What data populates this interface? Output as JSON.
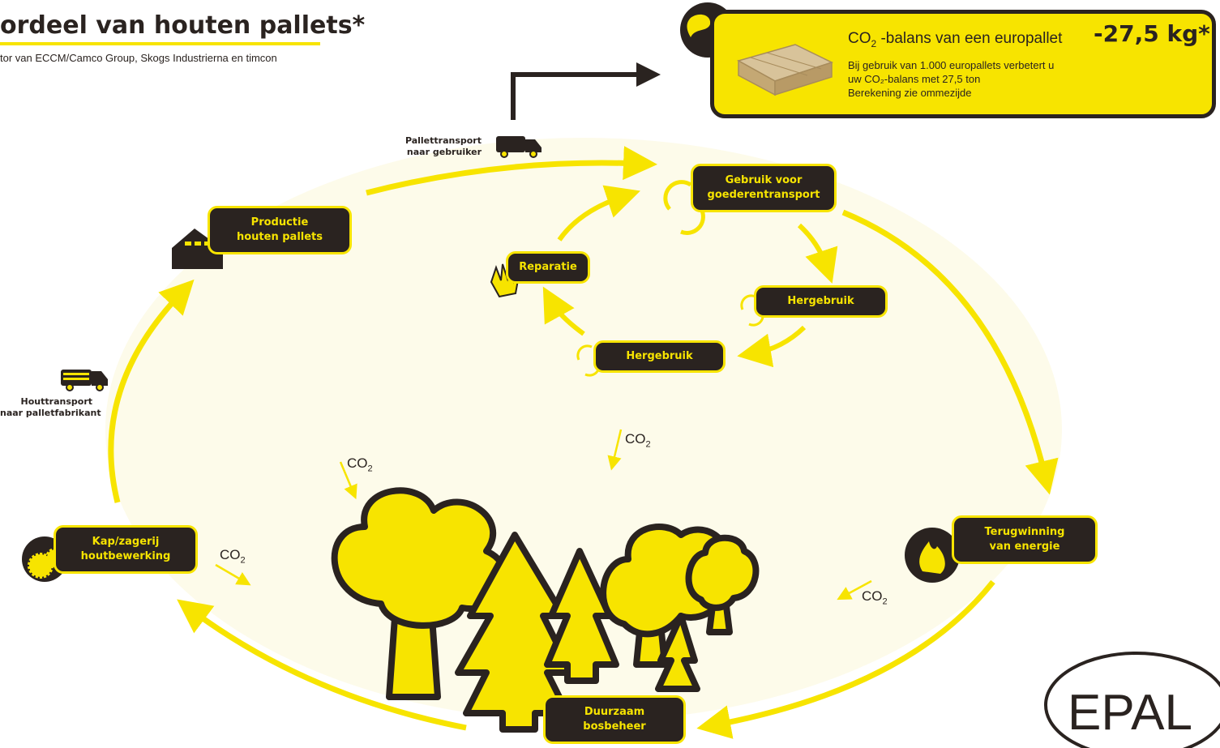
{
  "header": {
    "title": "ordeel van houten pallets*",
    "subtitle": "tor van ECCM/Camco Group, Skogs Industrierna en timcon"
  },
  "info_box": {
    "co2_label": "CO",
    "co2_sub": "2",
    "heading_rest": " -balans van een europallet",
    "value": "-27,5 kg*",
    "line1": "Bij gebruik van 1.000 europallets verbetert u",
    "line2": "uw CO₂-balans met 27,5 ton",
    "line3": "Berekening zie ommezijde"
  },
  "nodes": {
    "productie": {
      "line1": "Productie",
      "line2": "houten pallets"
    },
    "gebruik": {
      "line1": "Gebruik voor",
      "line2": "goederentransport"
    },
    "reparatie": {
      "line1": "Reparatie"
    },
    "hergebruik_1": {
      "line1": "Hergebruik"
    },
    "hergebruik_2": {
      "line1": "Hergebruik"
    },
    "kap": {
      "line1": "Kap/zagerij",
      "line2": "houtbewerking"
    },
    "terugwinning": {
      "line1": "Terugwinning",
      "line2": "van energie"
    },
    "bosbeheer": {
      "line1": "Duurzaam",
      "line2": "bosbeheer"
    }
  },
  "labels": {
    "pallettransport_1": "Pallettransport",
    "pallettransport_2": "naar gebruiker",
    "houttransport_1": "Houttransport",
    "houttransport_2": "naar palletfabrikant"
  },
  "co2": {
    "text": "CO",
    "sub": "2"
  },
  "logo": {
    "text": "EPAL"
  },
  "colors": {
    "accent": "#f7e400",
    "dark": "#2a2320",
    "background_fill": "#fdfbea"
  }
}
